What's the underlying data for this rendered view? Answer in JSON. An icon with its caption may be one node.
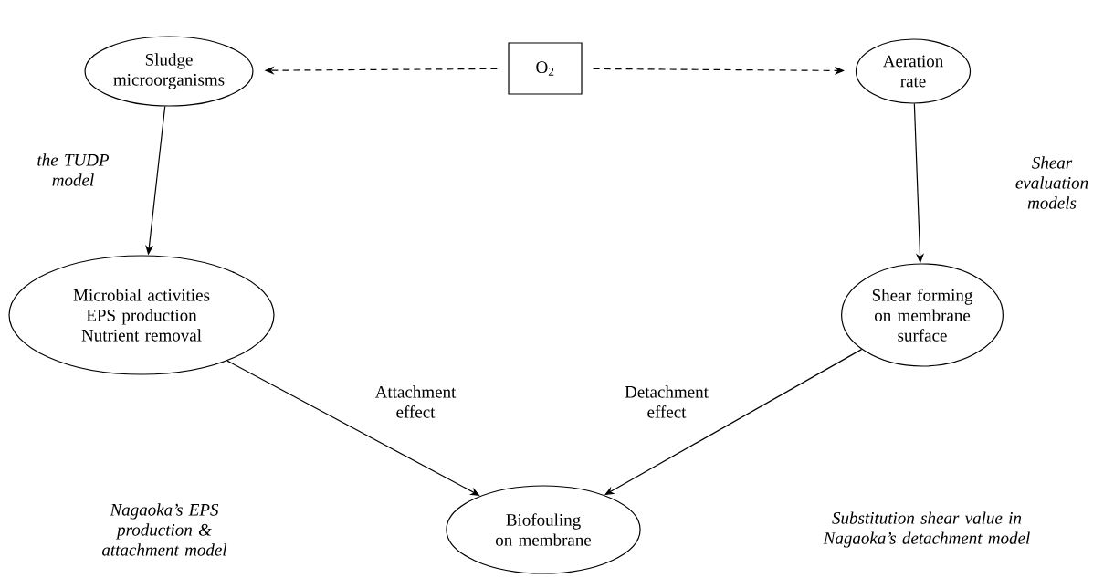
{
  "diagram": {
    "nodes": [
      {
        "text": [
          "Sludge microorganisms"
        ]
      },
      {
        "text": [
          "O$_{2}$"
        ]
      },
      {
        "text": [
          "Aeration rate"
        ]
      },
      {
        "text": [
          "Microbial activities EPS production Nutrient removal"
        ]
      },
      {
        "text": [
          "Shear forming on membrane surface"
        ]
      },
      {
        "text": [
          "Biofouling on membrane"
        ]
      }
    ],
    "edges": [
      {
        "from": 1,
        "to": 0,
        "arrow": "to",
        "style": "dashed"
      },
      {
        "from": 1,
        "to": 2,
        "arrow": "to",
        "style": "dashed"
      },
      {
        "from": 0,
        "to": 3,
        "arrow": "to"
      },
      {
        "from": 2,
        "to": 4,
        "arrow": "to"
      },
      {
        "from": 3,
        "to": 5,
        "arrow": "to",
        "label": "Attachment effect"
      },
      {
        "from": 4,
        "to": 5,
        "arrow": "to",
        "label": "Detachment effect"
      }
    ],
    "labels": [
      "the TUDP model",
      "Shear evaluation models",
      "Nagaoka’s EPS production & attachment model",
      "Substitution shear value in Nagaoka’s detachment model"
    ]
  }
}
